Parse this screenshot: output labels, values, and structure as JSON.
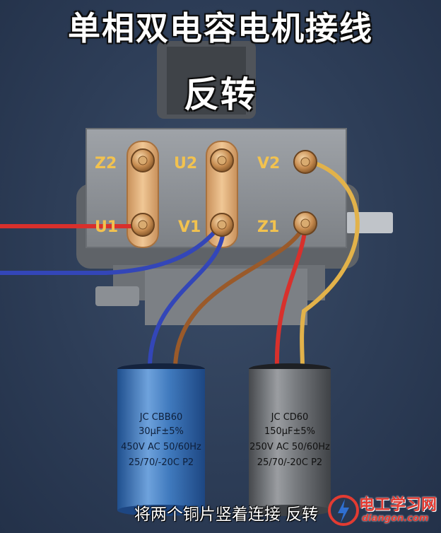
{
  "title_line1": "单相双电容电机接线",
  "title_line2": "反转",
  "terminals": {
    "z2": "Z2",
    "u2": "U2",
    "v2": "V2",
    "u1": "U1",
    "v1": "V1",
    "z1": "Z1"
  },
  "capacitor_left": {
    "line1": "JC  CBB60",
    "line2": "30μF±5%",
    "line3": "450V AC  50/60Hz",
    "line4": "25/70/-20C   P2",
    "color": "#3a6fb0"
  },
  "capacitor_right": {
    "line1": "JC  CD60",
    "line2": "150μF±5%",
    "line3": "250V AC  50/60Hz",
    "line4": "25/70/-20C   P2",
    "color": "#6a6d72"
  },
  "caption": "将两个铜片竖着连接 反转",
  "watermark": {
    "name": "电工学习网",
    "url": "diangon.com"
  },
  "colors": {
    "wire_red": "#d8302c",
    "wire_blue": "#3346b8",
    "wire_brown": "#9a5a2a",
    "wire_yellow": "#e2b24a",
    "copper": "#e0b07a"
  }
}
